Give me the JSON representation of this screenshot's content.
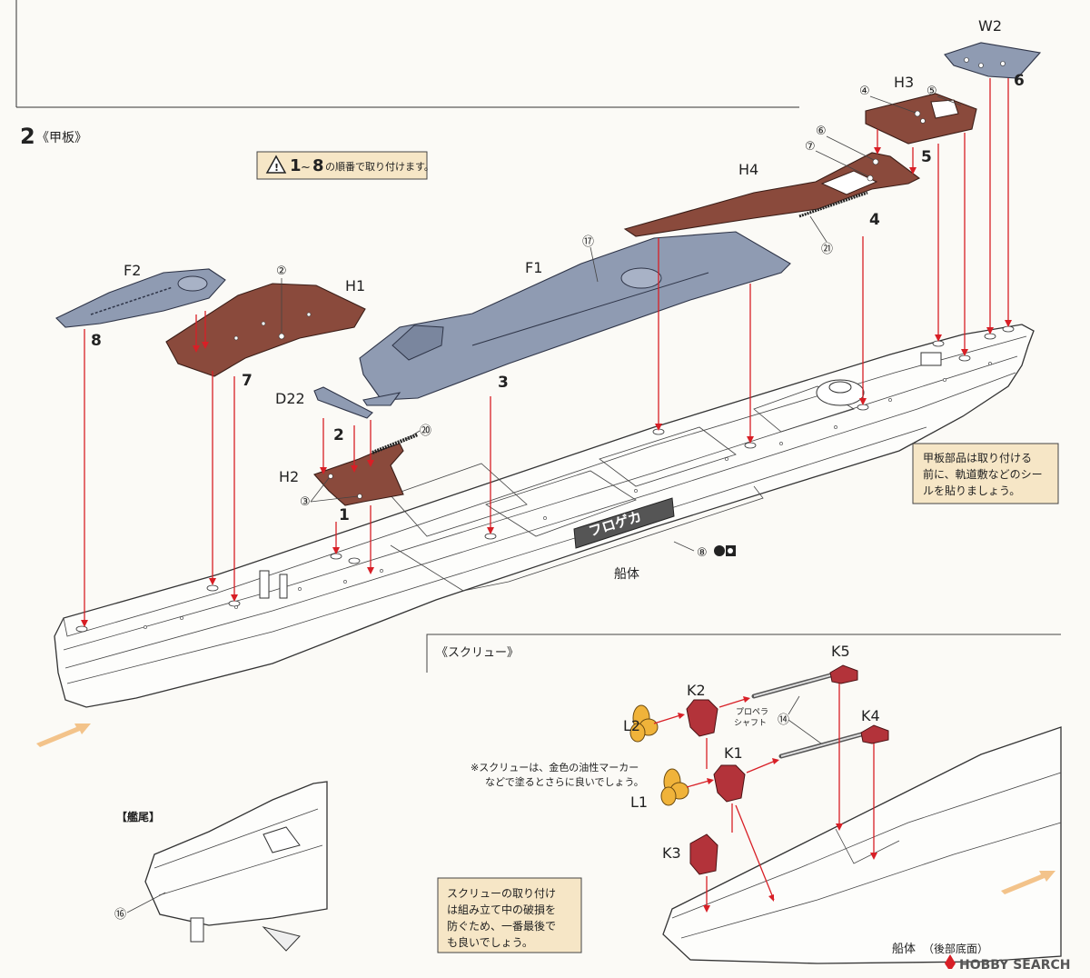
{
  "section": {
    "number": "2",
    "title": "《甲板》"
  },
  "order_note": {
    "range_start": "1",
    "tilde": "~",
    "range_end": "8",
    "text": "の順番で取り付けます。"
  },
  "parts": {
    "W2": "W2",
    "H3": "H3",
    "H4": "H4",
    "F1": "F1",
    "F2": "F2",
    "H1": "H1",
    "D22": "D22",
    "H2": "H2",
    "K5": "K5",
    "K2": "K2",
    "K4": "K4",
    "K1": "K1",
    "K3": "K3",
    "L1": "L1",
    "L2": "L2"
  },
  "steps": [
    "1",
    "2",
    "3",
    "4",
    "5",
    "6",
    "7",
    "8"
  ],
  "callouts": {
    "c2": "②",
    "c3": "③",
    "c4": "④",
    "c5": "⑤",
    "c6": "⑥",
    "c7": "⑦",
    "c8": "⑧",
    "c14": "⑭",
    "c16": "⑯",
    "c17": "⑰",
    "c20": "⑳",
    "c21": "㉑"
  },
  "hull_label": "船体",
  "hull_name_plate": "フロゲカ",
  "deck_note": [
    "甲板部品は取り付ける",
    "前に、軌道敷などのシー",
    "ルを貼りましょう。"
  ],
  "screw": {
    "title": "《スクリュー》",
    "propeller_label": [
      "プロペラ",
      "シャフト"
    ],
    "paint_note": [
      "※スクリューは、金色の油性マーカー",
      "などで塗るとさらに良いでしょう。"
    ],
    "timing_note": [
      "スクリューの取り付け",
      "は組み立て中の破損を",
      "防ぐため、一番最後で",
      "も良いでしょう。"
    ],
    "hull_label": "船体",
    "hull_sub": "（後部底面）"
  },
  "stern": {
    "title": "【艦尾】"
  },
  "watermark": {
    "brand": "HOBBY SEARCH"
  },
  "colors": {
    "deck_red": "#8a4a3c",
    "deck_blue": "#8f9bb2",
    "arrow_red": "#d81f26",
    "note_bg": "#f6e6c6",
    "part_red": "#b3333a",
    "prop_gold": "#f0b33a"
  }
}
